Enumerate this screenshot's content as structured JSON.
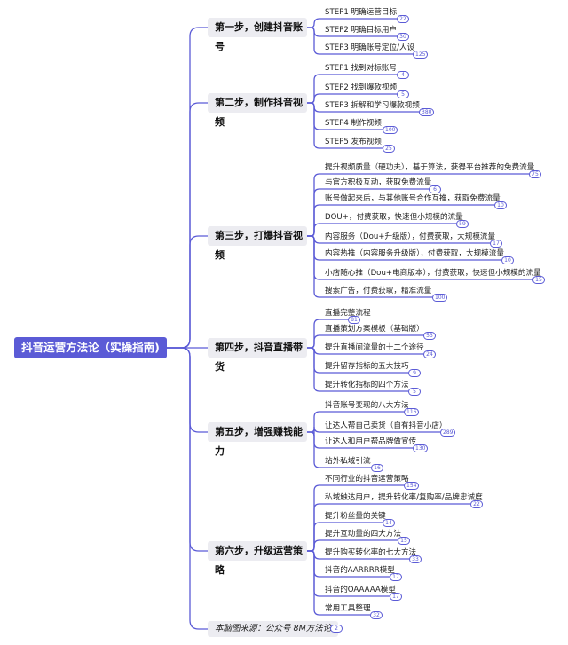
{
  "root": {
    "label": "抖音运营方法论（实操指南)"
  },
  "colors": {
    "accent": "#5b5bd6",
    "step_bg": "#ececf1"
  },
  "steps": [
    {
      "label": "第一步，创建抖音账号",
      "items": [
        {
          "text": "STEP1 明确运营目标",
          "count": "22"
        },
        {
          "text": "STEP2 明确目标用户",
          "count": "30"
        },
        {
          "text": "STEP3 明确账号定位/人设",
          "count": "125"
        }
      ]
    },
    {
      "label": "第二步，制作抖音视频",
      "items": [
        {
          "text": "STEP1 找到对标账号",
          "count": "4"
        },
        {
          "text": "STEP2 找到爆款视频",
          "count": "5"
        },
        {
          "text": "STEP3 拆解和学习爆款视频",
          "count": "380"
        },
        {
          "text": "STEP4 制作视频",
          "count": "100"
        },
        {
          "text": "STEP5 发布视频",
          "count": "25"
        }
      ]
    },
    {
      "label": "第三步，打爆抖音视频",
      "items": [
        {
          "text": "提升视频质量（硬功夫），基于算法，获得平台推荐的免费流量",
          "count": "75"
        },
        {
          "text": "与官方积极互动，获取免费流量",
          "count": "6"
        },
        {
          "text": "账号做起来后，与其他账号合作互推，获取免费流量",
          "count": "10"
        },
        {
          "text": "DOU+，付费获取，快速但小规模的流量",
          "count": "59"
        },
        {
          "text": "内容服务（Dou+升级版），付费获取，大规模流量",
          "count": "17"
        },
        {
          "text": "内容热推（内容服务升级版），付费获取，大规模流量",
          "count": "10"
        },
        {
          "text": "小店随心推（Dou+电商版本），付费获取，快速但小规模的流量",
          "count": "15"
        },
        {
          "text": "搜索广告，付费获取，精准流量",
          "count": "100"
        }
      ]
    },
    {
      "label": "第四步，抖音直播带货",
      "items": [
        {
          "text": "直播完整流程",
          "count": "81"
        },
        {
          "text": "直播策划方案模板（基础版）",
          "count": "53"
        },
        {
          "text": "提升直播间流量的十二个途径",
          "count": "24"
        },
        {
          "text": "提升留存指标的五大技巧",
          "count": "9"
        },
        {
          "text": "提升转化指标的四个方法",
          "count": "5"
        }
      ]
    },
    {
      "label": "第五步，增强赚钱能力",
      "items": [
        {
          "text": "抖音账号变现的八大方法",
          "count": "116"
        },
        {
          "text": "让达人帮自己卖货（自有抖音小店）",
          "count": "289"
        },
        {
          "text": "让达人和用户帮品牌做宣传",
          "count": "130"
        },
        {
          "text": "站外私域引流",
          "count": "16"
        }
      ]
    },
    {
      "label": "第六步，升级运营策略",
      "items": [
        {
          "text": "不同行业的抖音运营策略",
          "count": "154"
        },
        {
          "text": "私域触达用户，提升转化率/复购率/品牌忠诚度",
          "count": "22"
        },
        {
          "text": "提升粉丝量的关键",
          "count": "14"
        },
        {
          "text": "提升互动量的四大方法",
          "count": "15"
        },
        {
          "text": "提升购买转化率的七大方法",
          "count": "33"
        },
        {
          "text": "抖音的AARRRR模型",
          "count": "17"
        },
        {
          "text": "抖音的OAAAAA模型",
          "count": "17"
        },
        {
          "text": "常用工具整理",
          "count": "32"
        }
      ]
    }
  ],
  "footer": {
    "text": "本脑图来源：公众号 8M方法论",
    "count": "2"
  }
}
